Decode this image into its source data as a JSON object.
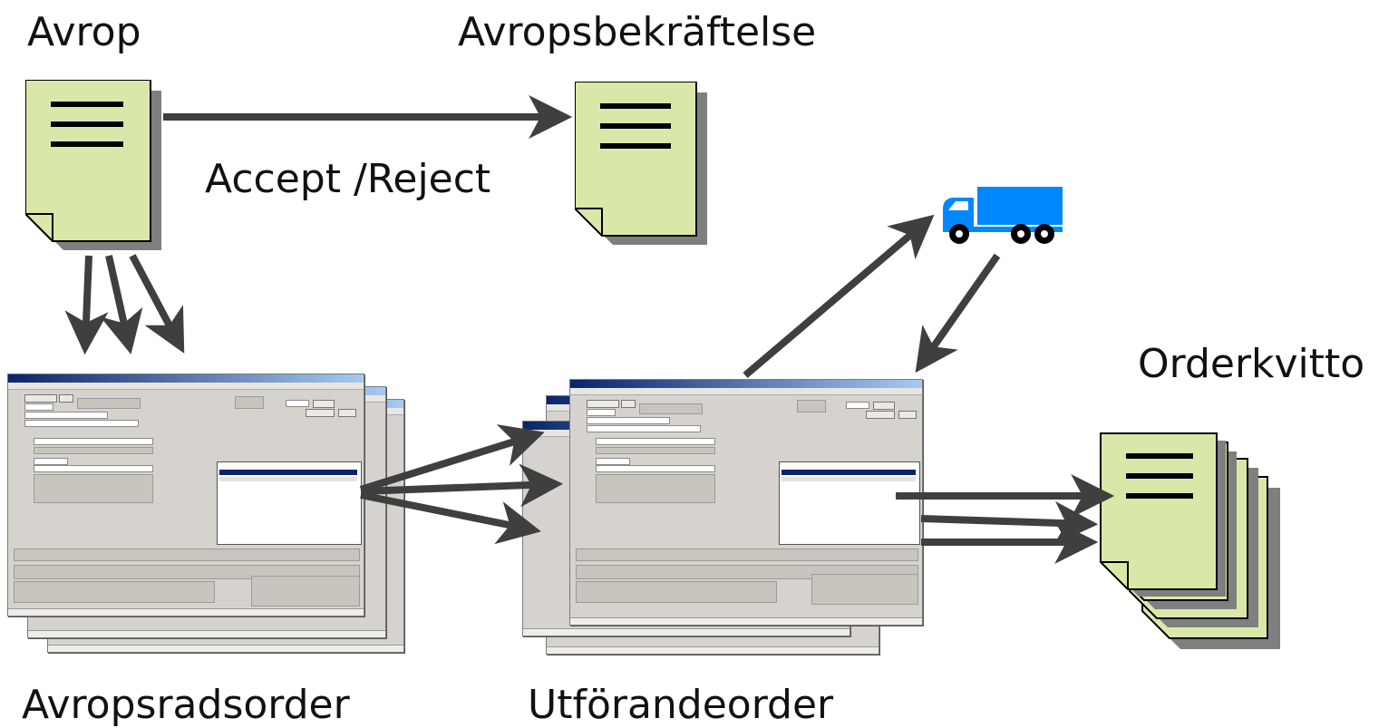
{
  "labels": {
    "avrop": "Avrop",
    "avropsbekraftelse": "Avropsbekräftelse",
    "accept_reject": "Accept /Reject",
    "orderkvitto": "Orderkvitto",
    "avropsradsorder": "Avropsradsorder",
    "utforandeorder": "Utförandeorder"
  },
  "colors": {
    "document_fill": "#d9e8a9",
    "document_shadow": "#7f7f7f",
    "arrow": "#3f3f3f",
    "truck": "#0088ff",
    "window_bg": "#d6d3ce"
  },
  "icons": {
    "document": "document-icon",
    "truck": "truck-icon",
    "application_window": "application-window"
  }
}
